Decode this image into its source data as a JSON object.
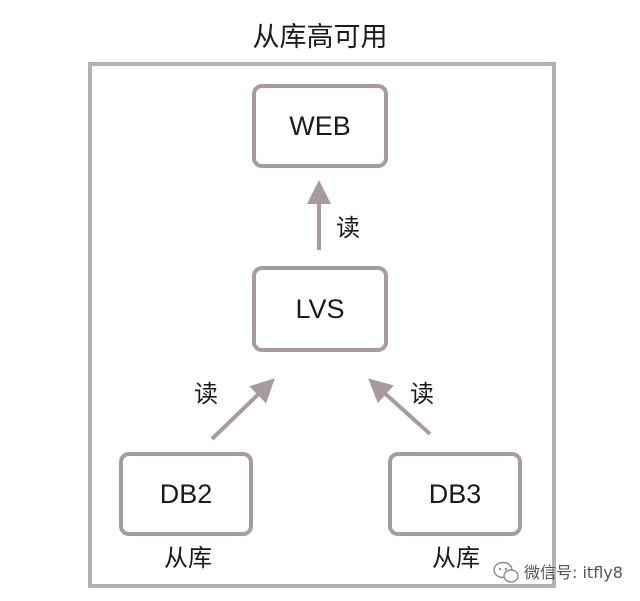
{
  "diagram": {
    "title": "从库高可用",
    "colors": {
      "outer_border": "#b7b0b2",
      "node_border": "#a89aa0",
      "arrow": "#a89aa0",
      "text": "#1a1a1a"
    },
    "nodes": {
      "web": {
        "label": "WEB"
      },
      "lvs": {
        "label": "LVS"
      },
      "db2": {
        "label": "DB2",
        "caption": "从库"
      },
      "db3": {
        "label": "DB3",
        "caption": "从库"
      }
    },
    "edges": {
      "lvs_to_web": {
        "label": "读"
      },
      "db2_to_lvs": {
        "label": "读"
      },
      "db3_to_lvs": {
        "label": "读"
      }
    }
  },
  "watermark": {
    "icon": "wechat-icon",
    "text": "微信号: itfly8"
  }
}
